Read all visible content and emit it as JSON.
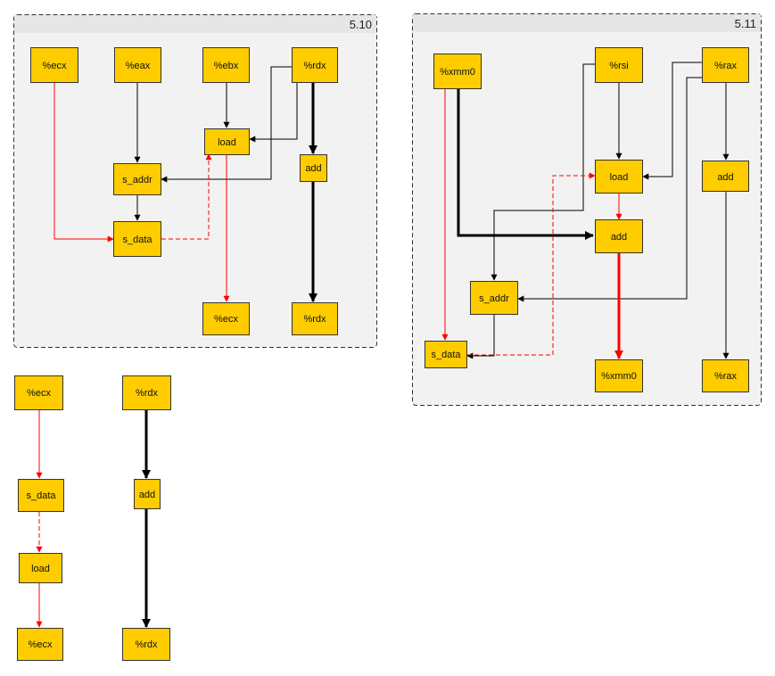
{
  "groups": [
    {
      "id": "g510",
      "title": "5.10"
    },
    {
      "id": "g511",
      "title": "5.11"
    }
  ],
  "nodes": {
    "a_ecx_in": "%ecx",
    "a_eax": "%eax",
    "a_ebx": "%ebx",
    "a_rdx_in": "%rdx",
    "a_load": "load",
    "a_add": "add",
    "a_saddr": "s_addr",
    "a_sdata": "s_data",
    "a_ecx_out": "%ecx",
    "a_rdx_out": "%rdx",
    "b_xmm0_in": "%xmm0",
    "b_rsi": "%rsi",
    "b_rax_in": "%rax",
    "b_load": "load",
    "b_add_rax": "add",
    "b_add_x": "add",
    "b_saddr": "s_addr",
    "b_sdata": "s_data",
    "b_xmm0_out": "%xmm0",
    "b_rax_out": "%rax",
    "c_ecx_in": "%ecx",
    "c_sdata": "s_data",
    "c_load": "load",
    "c_ecx_out": "%ecx",
    "c_rdx_in": "%rdx",
    "c_add": "add",
    "c_rdx_out": "%rdx"
  },
  "edges": [
    {
      "from": "a_eax",
      "to": "a_saddr",
      "color": "#000000",
      "weight": "normal",
      "style": "solid"
    },
    {
      "from": "a_ebx",
      "to": "a_load",
      "color": "#000000",
      "weight": "normal",
      "style": "solid"
    },
    {
      "from": "a_rdx_in",
      "to": "a_load",
      "color": "#000000",
      "weight": "normal",
      "style": "solid"
    },
    {
      "from": "a_rdx_in",
      "to": "a_saddr",
      "color": "#000000",
      "weight": "normal",
      "style": "solid"
    },
    {
      "from": "a_rdx_in",
      "to": "a_add",
      "color": "#000000",
      "weight": "bold",
      "style": "solid"
    },
    {
      "from": "a_add",
      "to": "a_rdx_out",
      "color": "#000000",
      "weight": "bold",
      "style": "solid"
    },
    {
      "from": "a_saddr",
      "to": "a_sdata",
      "color": "#000000",
      "weight": "normal",
      "style": "solid"
    },
    {
      "from": "a_ecx_in",
      "to": "a_sdata",
      "color": "#ff0000",
      "weight": "normal",
      "style": "solid"
    },
    {
      "from": "a_sdata",
      "to": "a_load",
      "color": "#ff0000",
      "weight": "normal",
      "style": "dashed"
    },
    {
      "from": "a_load",
      "to": "a_ecx_out",
      "color": "#ff0000",
      "weight": "normal",
      "style": "solid"
    },
    {
      "from": "b_rsi",
      "to": "b_load",
      "color": "#000000",
      "weight": "normal",
      "style": "solid"
    },
    {
      "from": "b_rsi",
      "to": "b_saddr",
      "color": "#000000",
      "weight": "normal",
      "style": "solid"
    },
    {
      "from": "b_rax_in",
      "to": "b_load",
      "color": "#000000",
      "weight": "normal",
      "style": "solid"
    },
    {
      "from": "b_rax_in",
      "to": "b_add_rax",
      "color": "#000000",
      "weight": "normal",
      "style": "solid"
    },
    {
      "from": "b_rax_in",
      "to": "b_saddr",
      "color": "#000000",
      "weight": "normal",
      "style": "solid"
    },
    {
      "from": "b_add_rax",
      "to": "b_rax_out",
      "color": "#000000",
      "weight": "normal",
      "style": "solid"
    },
    {
      "from": "b_xmm0_in",
      "to": "b_add_x",
      "color": "#000000",
      "weight": "bold",
      "style": "solid"
    },
    {
      "from": "b_xmm0_in",
      "to": "b_sdata",
      "color": "#ff0000",
      "weight": "normal",
      "style": "solid"
    },
    {
      "from": "b_load",
      "to": "b_add_x",
      "color": "#ff0000",
      "weight": "normal",
      "style": "solid"
    },
    {
      "from": "b_add_x",
      "to": "b_xmm0_out",
      "color": "#ff0000",
      "weight": "bold",
      "style": "solid"
    },
    {
      "from": "b_saddr",
      "to": "b_sdata",
      "color": "#000000",
      "weight": "normal",
      "style": "solid"
    },
    {
      "from": "b_sdata",
      "to": "b_load",
      "color": "#ff0000",
      "weight": "normal",
      "style": "dashed"
    },
    {
      "from": "c_ecx_in",
      "to": "c_sdata",
      "color": "#ff0000",
      "weight": "normal",
      "style": "solid"
    },
    {
      "from": "c_sdata",
      "to": "c_load",
      "color": "#ff0000",
      "weight": "normal",
      "style": "dashed"
    },
    {
      "from": "c_load",
      "to": "c_ecx_out",
      "color": "#ff0000",
      "weight": "normal",
      "style": "solid"
    },
    {
      "from": "c_rdx_in",
      "to": "c_add",
      "color": "#000000",
      "weight": "bold",
      "style": "solid"
    },
    {
      "from": "c_add",
      "to": "c_rdx_out",
      "color": "#000000",
      "weight": "bold",
      "style": "solid"
    }
  ],
  "colors": {
    "node_fill": "#ffcc00",
    "node_stroke": "#333333",
    "group_fill": "#f2f2f2",
    "edge_red": "#ff0000",
    "edge_black": "#000000"
  }
}
